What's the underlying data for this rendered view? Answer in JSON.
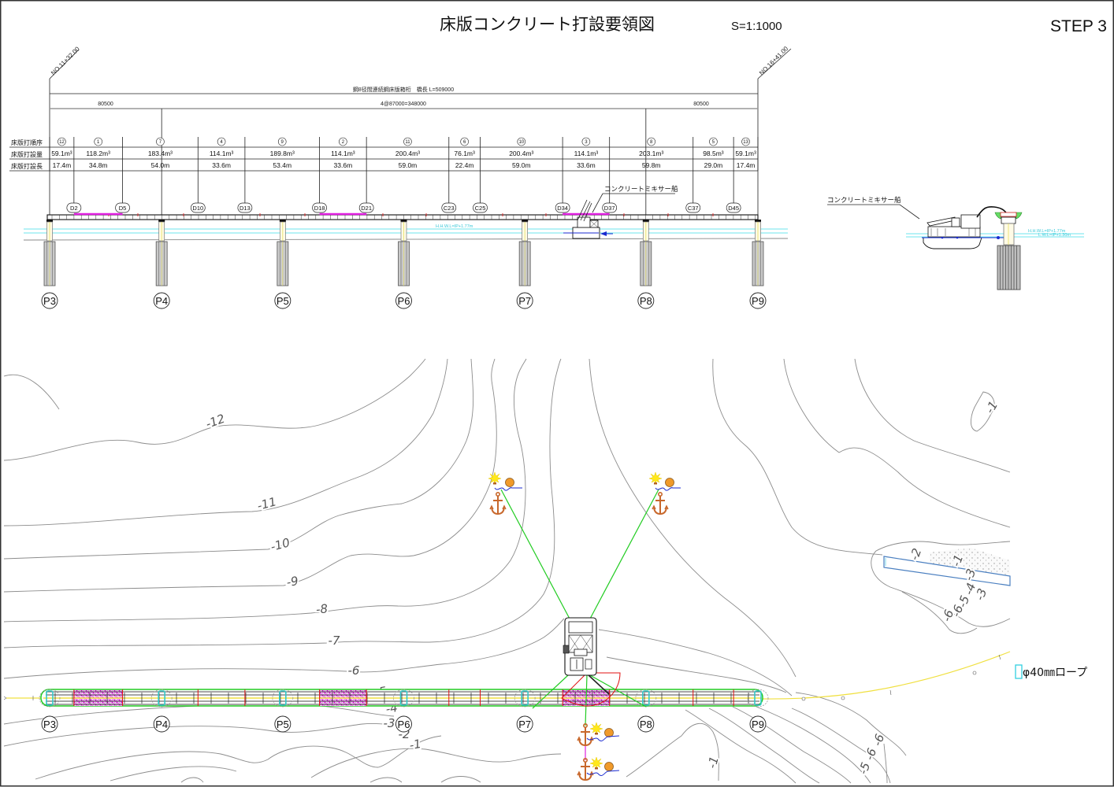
{
  "header": {
    "title": "床版コンクリート打設要領図",
    "scale": "S=1:1000",
    "step": "STEP 3"
  },
  "elevation": {
    "station_start": "NO.11+32.00",
    "station_end": "NO.16+41.00",
    "bridge_dimension": "鋼8径間連続鋼床版箱桁　橋長 L=509000",
    "span_dimension_labels": [
      "80500",
      "4@87000=348000",
      "80500"
    ],
    "spans_m": [
      80.5,
      87.0,
      87.0,
      87.0,
      87.0,
      80.5
    ],
    "table_labels": {
      "order": "床版打順序",
      "volume": "床版打設量",
      "length": "床版打設長"
    },
    "segments": [
      {
        "order": 12,
        "volume": "59.1m³",
        "length": "17.4m",
        "length_m": 17.4,
        "poured": false
      },
      {
        "order": 1,
        "volume": "118.2m³",
        "length": "34.8m",
        "length_m": 34.8,
        "poured": true
      },
      {
        "order": 7,
        "volume": "183.4m³",
        "length": "54.0m",
        "length_m": 54.0,
        "poured": false
      },
      {
        "order": 4,
        "volume": "114.1m³",
        "length": "33.6m",
        "length_m": 33.6,
        "poured": false
      },
      {
        "order": 9,
        "volume": "189.8m³",
        "length": "53.4m",
        "length_m": 53.4,
        "poured": false
      },
      {
        "order": 2,
        "volume": "114.1m³",
        "length": "33.6m",
        "length_m": 33.6,
        "poured": true
      },
      {
        "order": 11,
        "volume": "200.4m³",
        "length": "59.0m",
        "length_m": 59.0,
        "poured": false
      },
      {
        "order": 6,
        "volume": "76.1m³",
        "length": "22.4m",
        "length_m": 22.4,
        "poured": false
      },
      {
        "order": 10,
        "volume": "200.4m³",
        "length": "59.0m",
        "length_m": 59.0,
        "poured": false
      },
      {
        "order": 3,
        "volume": "114.1m³",
        "length": "33.6m",
        "length_m": 33.6,
        "poured": true
      },
      {
        "order": 8,
        "volume": "203.1m³",
        "length": "59.8m",
        "length_m": 59.8,
        "poured": false
      },
      {
        "order": 5,
        "volume": "98.5m³",
        "length": "29.0m",
        "length_m": 29.0,
        "poured": false
      },
      {
        "order": 13,
        "volume": "59.1m³",
        "length": "17.4m",
        "length_m": 17.4,
        "poured": false
      }
    ],
    "joint_labels": [
      "D2",
      "D5",
      "D10",
      "D13",
      "D18",
      "D21",
      "C23",
      "C25",
      "D34",
      "D37",
      "C37",
      "D45"
    ],
    "water_level_label": "H.H.W.L=IP+1.77m",
    "mixer_ship_label": "コンクリートミキサー船",
    "piers": [
      "P3",
      "P4",
      "P5",
      "P6",
      "P7",
      "P8",
      "P9"
    ]
  },
  "section": {
    "mixer_ship_label": "コンクリートミキサー船",
    "water_levels": [
      "H.H.W.L=IP+1.77m",
      "L.W.L=IP+1.30m"
    ]
  },
  "plan": {
    "piers": [
      "P3",
      "P4",
      "P5",
      "P6",
      "P7",
      "P8",
      "P9"
    ],
    "contour_labels": [
      "-12",
      "-11",
      "-10",
      "-9",
      "-8",
      "-7",
      "-6",
      "-5",
      "-4",
      "-3",
      "-2",
      "-1",
      "-1",
      "-5",
      "-6",
      "-6",
      "-1",
      "-2",
      "-1",
      "-3",
      "-4",
      "-5",
      "-3",
      "-6",
      "-6"
    ],
    "legend": {
      "rope_label": "φ40㎜ロープ"
    }
  },
  "colors": {
    "poured": "#e020e0",
    "water": "#6ee6ee",
    "mooring": "#22cc22",
    "rope": "#f0e040",
    "anchor": "#c8682c",
    "buoy": "#f09a2a",
    "lamp": "#ffe81a",
    "pier_mark": "#33c7c7",
    "swing": "#e01010",
    "structure": "#4a7fc0",
    "contour": "#8c8c8c"
  }
}
